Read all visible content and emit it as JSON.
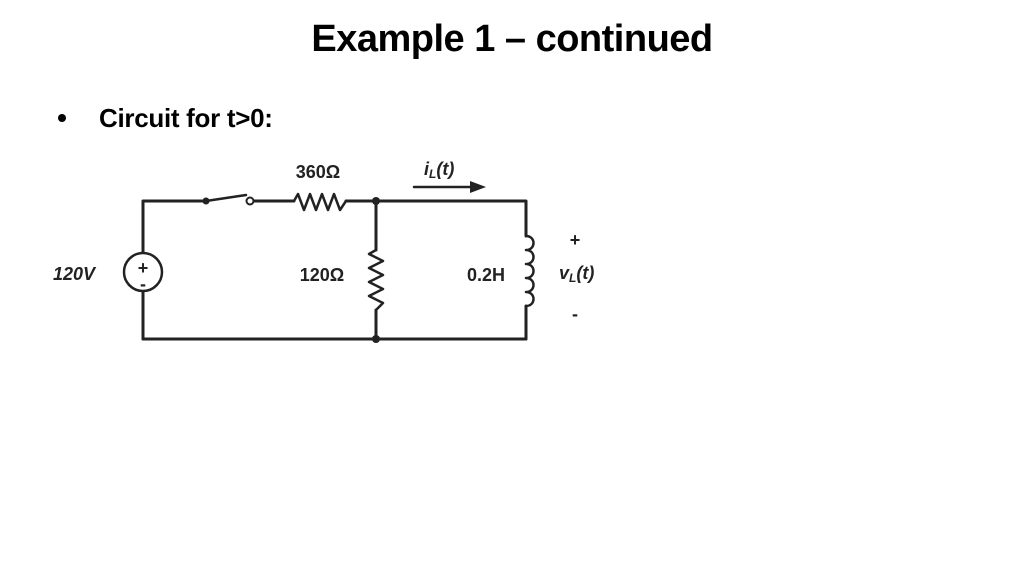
{
  "slide": {
    "title": "Example 1 – continued",
    "bullet": "Circuit for t>0:"
  },
  "circuit": {
    "source_label": "120V",
    "source_plus": "+",
    "source_minus": "-",
    "series_resistor_label": "360Ω",
    "shunt_resistor_label": "120Ω",
    "inductor_label": "0.2H",
    "current_label": {
      "main": "i",
      "sub": "L",
      "suffix": "(t)"
    },
    "voltage_label": {
      "main": "v",
      "sub": "L",
      "suffix": "(t)"
    },
    "voltage_plus": "+",
    "voltage_minus": "-"
  },
  "colors": {
    "background": "#ffffff",
    "text": "#000000",
    "circuit": "#222222"
  }
}
